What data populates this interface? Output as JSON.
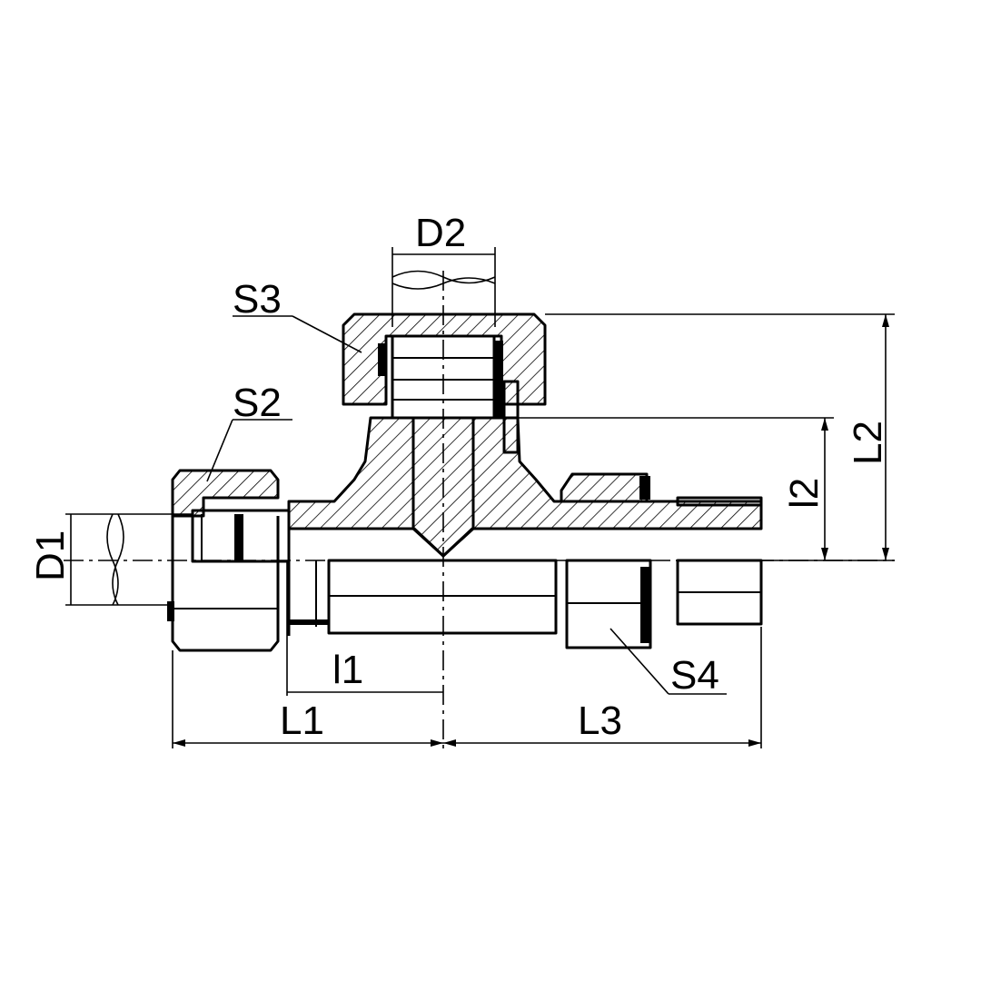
{
  "labels": {
    "D2": "D2",
    "S3": "S3",
    "S2": "S2",
    "D1": "D1",
    "L2": "L2",
    "l2": "l2",
    "l1": "l1",
    "S4": "S4",
    "L1": "L1",
    "L3": "L3"
  },
  "colors": {
    "line": "#000000",
    "background": "#ffffff"
  }
}
